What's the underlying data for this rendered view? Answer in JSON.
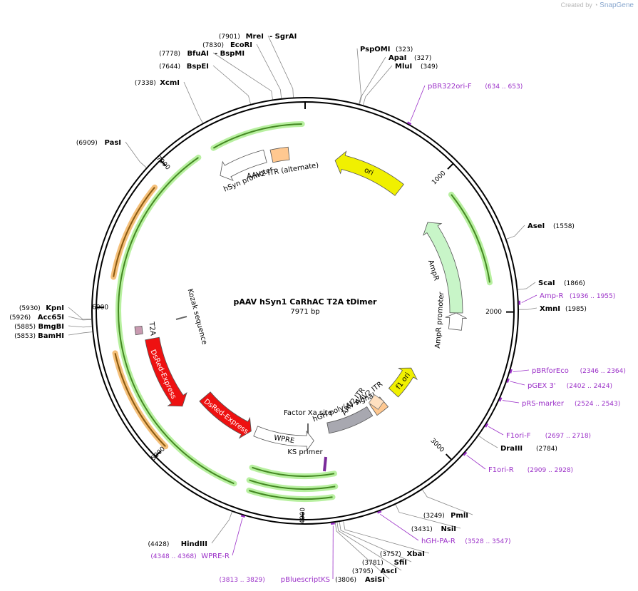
{
  "watermark": {
    "prefix": "Created by",
    "brand": "SnapGene"
  },
  "plasmid": {
    "name": "pAAV hSyn1 CaRhAC T2A tDimer",
    "length_label": "7971 bp",
    "length": 7971
  },
  "colors": {
    "enzyme_line": "#888888",
    "primer": "#9b30c8",
    "ring": "#000000",
    "red": "#ee1111",
    "yellow": "#f0f000",
    "ampr": "#c8f5c8",
    "itr": "#ffc890",
    "grey": "#a8a8b0",
    "feature_green": "#448822",
    "glow": "#b8f0a0",
    "orange_glow": "#f5c07a"
  },
  "ticks": [
    {
      "pos": 1000,
      "label": "1000"
    },
    {
      "pos": 2000,
      "label": "2000"
    },
    {
      "pos": 3000,
      "label": "3000"
    },
    {
      "pos": 4000,
      "label": "4000"
    },
    {
      "pos": 5000,
      "label": "5000"
    },
    {
      "pos": 6000,
      "label": "6000"
    },
    {
      "pos": 7000,
      "label": "7000"
    }
  ],
  "enzymes": [
    {
      "name": "MreI",
      "pos": 7901,
      "coord": "(7901)",
      "second": "SgrAI"
    },
    {
      "name": "EcoRI",
      "pos": 7830,
      "coord": "(7830)"
    },
    {
      "name": "BfuAI",
      "pos": 7778,
      "coord": "(7778)",
      "second": "BspMI"
    },
    {
      "name": "BspEI",
      "pos": 7644,
      "coord": "(7644)"
    },
    {
      "name": "XcmI",
      "pos": 7338,
      "coord": "(7338)"
    },
    {
      "name": "PasI",
      "pos": 6909,
      "coord": "(6909)"
    },
    {
      "name": "KpnI",
      "pos": 5930,
      "coord": "(5930)"
    },
    {
      "name": "Acc65I",
      "pos": 5926,
      "coord": "(5926)"
    },
    {
      "name": "BmgBI",
      "pos": 5885,
      "coord": "(5885)"
    },
    {
      "name": "BamHI",
      "pos": 5853,
      "coord": "(5853)"
    },
    {
      "name": "HindIII",
      "pos": 4428,
      "coord": "(4428)"
    },
    {
      "name": "AsiSI",
      "pos": 3806,
      "coord": "(3806)"
    },
    {
      "name": "AscI",
      "pos": 3795,
      "coord": "(3795)"
    },
    {
      "name": "SfiI",
      "pos": 3781,
      "coord": "(3781)"
    },
    {
      "name": "XbaI",
      "pos": 3757,
      "coord": "(3757)"
    },
    {
      "name": "NsiI",
      "pos": 3431,
      "coord": "(3431)"
    },
    {
      "name": "PmlI",
      "pos": 3249,
      "coord": "(3249)"
    },
    {
      "name": "DraIII",
      "pos": 2784,
      "coord": "(2784)"
    },
    {
      "name": "XmnI",
      "pos": 1985,
      "coord": "(1985)"
    },
    {
      "name": "ScaI",
      "pos": 1866,
      "coord": "(1866)"
    },
    {
      "name": "AseI",
      "pos": 1558,
      "coord": "(1558)"
    },
    {
      "name": "MluI",
      "pos": 349,
      "coord": "(349)"
    },
    {
      "name": "ApaI",
      "pos": 327,
      "coord": "(327)"
    },
    {
      "name": "PspOMI",
      "pos": 323,
      "coord": "(323)"
    }
  ],
  "primers": [
    {
      "name": "pBR322ori-F",
      "range": "(634 .. 653)",
      "pos": 643
    },
    {
      "name": "Amp-R",
      "range": "(1936 .. 1955)",
      "pos": 1945
    },
    {
      "name": "pBRforEco",
      "range": "(2346 .. 2364)",
      "pos": 2355
    },
    {
      "name": "pGEX 3'",
      "range": "(2402 .. 2424)",
      "pos": 2413
    },
    {
      "name": "pRS-marker",
      "range": "(2524 .. 2543)",
      "pos": 2533
    },
    {
      "name": "F1ori-F",
      "range": "(2697 .. 2718)",
      "pos": 2707
    },
    {
      "name": "F1ori-R",
      "range": "(2909 .. 2928)",
      "pos": 2918
    },
    {
      "name": "hGH-PA-R",
      "range": "(3528 .. 3547)",
      "pos": 3537
    },
    {
      "name": "pBluescriptKS",
      "range": "(3813 .. 3829)",
      "pos": 3821
    },
    {
      "name": "WPRE-R",
      "range": "(4348 .. 4368)",
      "pos": 4358
    }
  ],
  "features": [
    {
      "name": "hSyn promoter",
      "start": 7260,
      "end": 7650,
      "direction": "ccw",
      "color": "#ffffff",
      "label_outside": "hSyn promoter"
    },
    {
      "name": "AAV2 ITR (alternate)",
      "start": 7700,
      "end": 7840,
      "color": "#ffc890",
      "label_outside": "AAV2 ITR (alternate)"
    },
    {
      "name": "ori",
      "start": 250,
      "end": 840,
      "direction": "ccw",
      "color": "#f0f000",
      "label_inside": "ori"
    },
    {
      "name": "AmpR",
      "start": 1200,
      "end": 2010,
      "direction": "ccw",
      "color": "#c8f5c8",
      "label_outside": "AmpR"
    },
    {
      "name": "AmpR promoter",
      "start": 2010,
      "end": 2150,
      "direction": "ccw",
      "color": "#ffffff",
      "label_outside": "AmpR promoter"
    },
    {
      "name": "f1 ori",
      "start": 2620,
      "end": 2940,
      "direction": "ccw",
      "color": "#f0f000",
      "label_inside": "f1 ori"
    },
    {
      "name": "AAV2 ITR",
      "start": 3080,
      "end": 3220,
      "color": "#ffc890",
      "label_outside": "AAV2 ITR"
    },
    {
      "name": "hGH poly(A) signal",
      "start": 3260,
      "end": 3740,
      "color": "#a8a8b0",
      "label_outside": "hGH poly(A) signal"
    },
    {
      "name": "WPRE",
      "start": 3900,
      "end": 4480,
      "direction": "ccw",
      "color": "#ffffff",
      "label_inside": "WPRE"
    },
    {
      "name": "DsRed-Express",
      "start": 4520,
      "end": 5080,
      "direction": "ccw",
      "color": "#ee1111",
      "label_inside": "DsRed-Express"
    },
    {
      "name": "DsRed-Express",
      "start": 5140,
      "end": 5750,
      "direction": "ccw",
      "color": "#ee1111",
      "label_inside": "DsRed-Express"
    },
    {
      "name": "T2A",
      "start": 5800,
      "end": 5860,
      "color": "#c89ab0",
      "label_outside": "T2A"
    }
  ],
  "annotations": [
    {
      "text": "AAV2 ITR",
      "type": "label"
    },
    {
      "text": "Factor Xa site",
      "type": "label"
    },
    {
      "text": "KS primer",
      "type": "label"
    },
    {
      "text": "Kozak sequence",
      "type": "label"
    }
  ]
}
